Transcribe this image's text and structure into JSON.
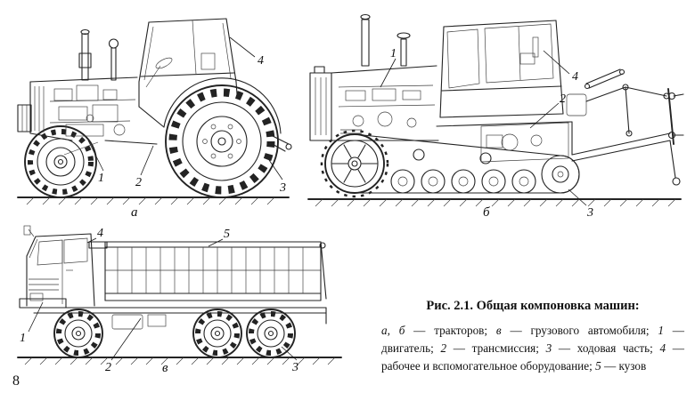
{
  "page": {
    "number": "8"
  },
  "caption": {
    "title": "Рис. 2.1. Общая компоновка машин:",
    "segments": [
      {
        "t": "а, б",
        "i": true
      },
      {
        "t": " — тракторов; ",
        "i": false
      },
      {
        "t": "в",
        "i": true
      },
      {
        "t": " — грузового автомобиля; ",
        "i": false
      },
      {
        "t": "1",
        "i": true
      },
      {
        "t": " — двигатель; ",
        "i": false
      },
      {
        "t": "2",
        "i": true
      },
      {
        "t": " — трансмиссия; ",
        "i": false
      },
      {
        "t": "3",
        "i": true
      },
      {
        "t": " — ходовая часть; ",
        "i": false
      },
      {
        "t": "4",
        "i": true
      },
      {
        "t": " — рабочее и вспомогательное оборудование; ",
        "i": false
      },
      {
        "t": "5",
        "i": true
      },
      {
        "t": " — кузов",
        "i": false
      }
    ]
  },
  "figures": {
    "a": {
      "letter": "а",
      "n1": "1",
      "n2": "2",
      "n3": "3",
      "n4": "4"
    },
    "b": {
      "letter": "б",
      "n1": "1",
      "n2": "2",
      "n3": "3",
      "n4": "4"
    },
    "c": {
      "letter": "в",
      "n1": "1",
      "n2": "2",
      "n3": "3",
      "n4": "4",
      "n5": "5"
    }
  }
}
